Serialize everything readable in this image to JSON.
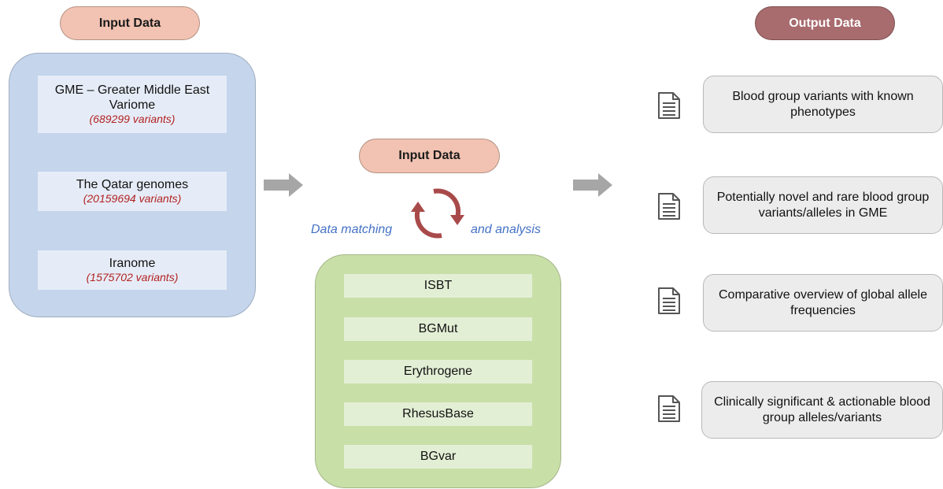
{
  "left": {
    "header": "Input Data",
    "sources": [
      {
        "name": "GME – Greater Middle East Variome",
        "count": "(689299 variants)"
      },
      {
        "name": "The Qatar genomes",
        "count": "(20159694 variants)"
      },
      {
        "name": "Iranome",
        "count": "(1575702 variants)"
      }
    ]
  },
  "middle": {
    "header": "Input Data",
    "label_left": "Data matching",
    "label_right": "and analysis",
    "databases": [
      "ISBT",
      "BGMut",
      "Erythrogene",
      "RhesusBase",
      "BGvar"
    ]
  },
  "right": {
    "header": "Output Data",
    "outputs": [
      "Blood group variants with known phenotypes",
      "Potentially novel and rare blood group variants/alleles in GME",
      "Comparative overview of global allele frequencies",
      "Clinically significant & actionable blood group alleles/variants"
    ]
  },
  "icons": [
    "document-icon",
    "cycle-arrows-icon",
    "arrow-right-icon"
  ],
  "colors": {
    "input_pill": "#f2c3b2",
    "output_pill": "#a86b6e",
    "blue_panel": "#c4d5ec",
    "green_panel": "#c9dfa8",
    "variant_count": "#b22222",
    "italic_label": "#4472c4",
    "cycle_arrow": "#a94a4a"
  }
}
